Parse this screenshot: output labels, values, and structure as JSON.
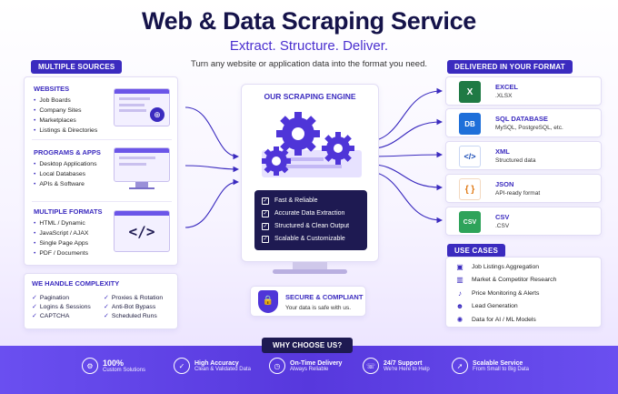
{
  "header": {
    "title": "Web & Data Scraping Service",
    "subtitle": "Extract. Structure. Deliver.",
    "tagline": "Turn any website or application data into the format you need."
  },
  "sources": {
    "pill": "MULTIPLE SOURCES",
    "groups": [
      {
        "title": "WEBSITES",
        "items": [
          "Job Boards",
          "Company Sites",
          "Marketplaces",
          "Listings & Directories"
        ]
      },
      {
        "title": "PROGRAMS & APPS",
        "items": [
          "Desktop Applications",
          "Local Databases",
          "APIs & Software"
        ]
      },
      {
        "title": "MULTIPLE FORMATS",
        "items": [
          "HTML / Dynamic",
          "JavaScript / AJAX",
          "Single Page Apps",
          "PDF / Documents"
        ]
      }
    ],
    "code_glyph": "</>"
  },
  "complexity": {
    "title": "WE HANDLE COMPLEXITY",
    "items": [
      "Pagination",
      "Proxies & Rotation",
      "Logins & Sessions",
      "Anti-Bot Bypass",
      "CAPTCHA",
      "Scheduled Runs"
    ]
  },
  "engine": {
    "title": "OUR SCRAPING ENGINE",
    "features": [
      "Fast & Reliable",
      "Accurate Data Extraction",
      "Structured & Clean Output",
      "Scalable & Customizable"
    ]
  },
  "secure": {
    "title": "SECURE & COMPLIANT",
    "desc": "Your data is safe with us."
  },
  "delivered": {
    "pill": "DELIVERED IN YOUR FORMAT",
    "formats": [
      {
        "name": "EXCEL",
        "desc": ".XLSX",
        "icon": "X",
        "color": "#1f7a44"
      },
      {
        "name": "SQL DATABASE",
        "desc": "MySQL, PostgreSQL, etc.",
        "icon": "DB",
        "color": "#1e6fd9"
      },
      {
        "name": "XML",
        "desc": "Structured data",
        "icon": "</>",
        "color": "#ffffff"
      },
      {
        "name": "JSON",
        "desc": "API-ready format",
        "icon": "{ }",
        "color": "#ffffff"
      },
      {
        "name": "CSV",
        "desc": ".CSV",
        "icon": "CSV",
        "color": "#2ea35a"
      }
    ]
  },
  "use_cases": {
    "pill": "USE CASES",
    "items": [
      {
        "label": "Job Listings Aggregation",
        "icon": "briefcase-icon"
      },
      {
        "label": "Market & Competitor Research",
        "icon": "chart-icon"
      },
      {
        "label": "Price Monitoring & Alerts",
        "icon": "bell-icon"
      },
      {
        "label": "Lead Generation",
        "icon": "people-icon"
      },
      {
        "label": "Data for AI / ML Models",
        "icon": "brain-icon"
      }
    ]
  },
  "why": {
    "pill": "WHY CHOOSE US?",
    "items": [
      {
        "title": "100%",
        "sub": "Custom Solutions",
        "icon": "gear-icon"
      },
      {
        "title": "High Accuracy",
        "sub": "Clean & Validated Data",
        "icon": "shield-check-icon"
      },
      {
        "title": "On-Time Delivery",
        "sub": "Always Reliable",
        "icon": "clock-icon"
      },
      {
        "title": "24/7 Support",
        "sub": "We're Here to Help",
        "icon": "headset-icon"
      },
      {
        "title": "Scalable Service",
        "sub": "From Small to Big Data",
        "icon": "rocket-icon"
      }
    ]
  },
  "colors": {
    "accent": "#3b2bbf",
    "navy": "#1e1a52",
    "bg_bottom": "#5b3fe0"
  }
}
